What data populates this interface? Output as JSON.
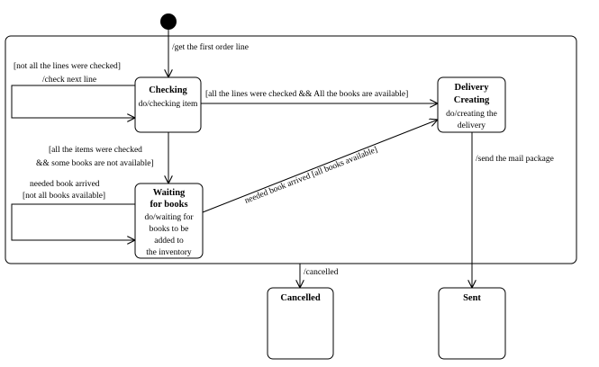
{
  "states": {
    "checking": {
      "name": [
        "Checking"
      ],
      "activity": [
        "do/checking item"
      ]
    },
    "waiting": {
      "name": [
        "Waiting",
        "for books"
      ],
      "activity": [
        "do/waiting for",
        "books to be",
        "added to",
        "the inventory"
      ]
    },
    "delivery": {
      "name": [
        "Delivery",
        "Creating"
      ],
      "activity": [
        "do/creating the",
        "delivery"
      ]
    },
    "cancelled": {
      "name": [
        "Cancelled"
      ]
    },
    "sent": {
      "name": [
        "Sent"
      ]
    }
  },
  "transitions": {
    "initial_to_checking": [
      "/get the first order line"
    ],
    "checking_self": [
      "[not all the lines were checked]",
      "/check next line"
    ],
    "checking_to_delivery": [
      "[all the lines were checked && All the books are available]"
    ],
    "checking_to_waiting": [
      "[all the items were checked",
      "&& some books are not available]"
    ],
    "waiting_self": [
      "needed book arrived",
      "[not all books available]"
    ],
    "waiting_to_delivery": [
      "needed book arrived [all books available]"
    ],
    "delivery_to_sent": [
      "/send the mail package"
    ],
    "superstate_to_cancelled": [
      "/cancelled"
    ]
  }
}
